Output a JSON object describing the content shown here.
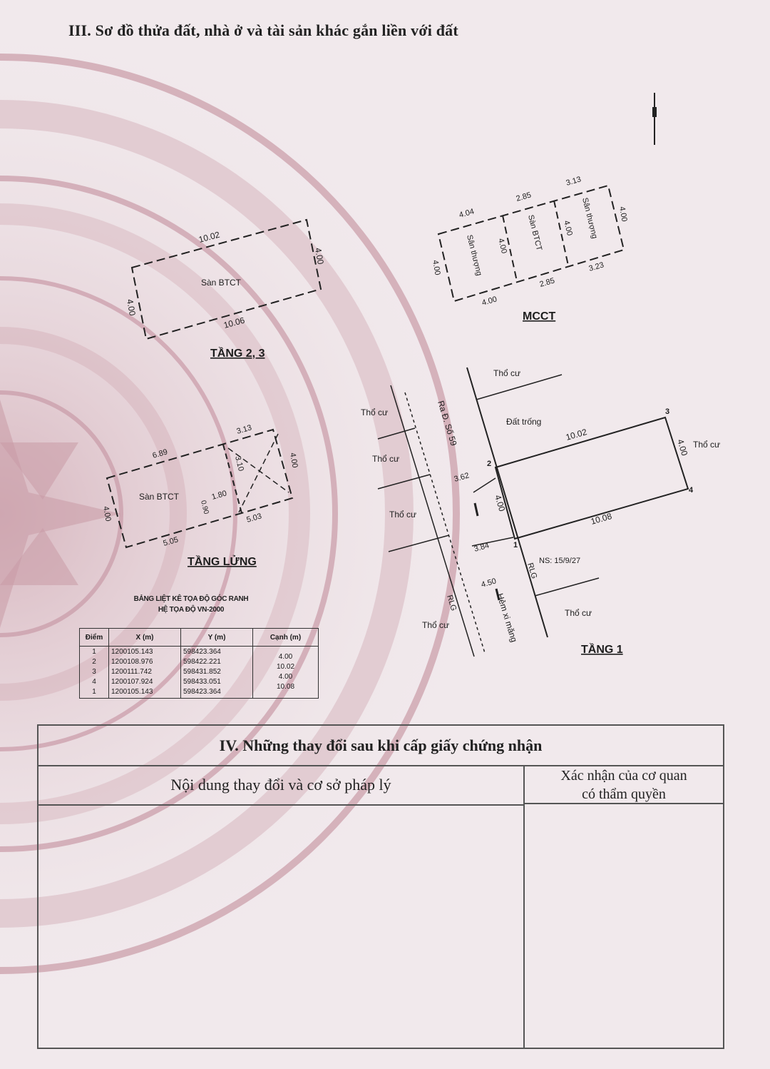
{
  "section3_title": "III. Sơ đồ thửa đất, nhà ở và tài sản khác gắn liền với đất",
  "floor_2_3": {
    "label": "TẦNG 2, 3",
    "slab": "Sàn BTCT",
    "dim_top": "10.02",
    "dim_bottom": "10.06",
    "dim_right": "4.00",
    "dim_left": "4.00"
  },
  "mcct": {
    "label": "MCCT",
    "slab1": "Sân thượng",
    "slab2": "Sàn BTCT",
    "slab3": "Sân thượng",
    "d_top_left": "4.04",
    "d_top_mid": "2.85",
    "d_top_right": "3.13",
    "d_right": "4.00",
    "d_bottom_right": "3.23",
    "d_bottom_mid": "2.85",
    "d_bottom_left": "4.00",
    "d_left": "4.00",
    "d_inner1": "4.00",
    "d_inner2": "4.00"
  },
  "mezzanine": {
    "label": "TẦNG LỬNG",
    "slab": "Sàn BTCT",
    "d_top": "6.89",
    "d_top_right": "3.13",
    "d_right": "4.00",
    "d_inner": "3.10",
    "d_step": "1.80",
    "d_small": "0.90",
    "d_bottom_right": "5.03",
    "d_bottom_left": "5.05",
    "d_left": "4.00"
  },
  "ground": {
    "label": "TẦNG 1",
    "neighbor": "Thổ cư",
    "vacant": "Đất trống",
    "road": "Ra Đ. Số 59",
    "alley": "Hẻm xi măng",
    "rlg": "RLG",
    "ns": "NS: 15/9/27",
    "d_top": "10.02",
    "d_bottom": "10.08",
    "d_right": "4.00",
    "d_left": "4.00",
    "d_362": "3.62",
    "d_384": "3.84",
    "d_450": "4.50",
    "p1": "1",
    "p2": "2",
    "p3": "3",
    "p4": "4"
  },
  "coords": {
    "title_line1": "BẢNG LIỆT KÊ TỌA ĐỘ GÓC RANH",
    "title_line2": "HỆ TỌA ĐỘ VN-2000",
    "headers": [
      "Điểm",
      "X (m)",
      "Y (m)",
      "Cạnh (m)"
    ],
    "points": [
      "1",
      "2",
      "3",
      "4",
      "1"
    ],
    "x": [
      "1200105.143",
      "1200108.976",
      "1200111.742",
      "1200107.924",
      "1200105.143"
    ],
    "y": [
      "598423.364",
      "598422.221",
      "598431.852",
      "598433.051",
      "598423.364"
    ],
    "edges": [
      "4.00",
      "10.02",
      "4.00",
      "10.08"
    ]
  },
  "section4": {
    "title": "IV. Những thay đổi sau khi cấp giấy chứng nhận",
    "col_left": "Nội dung thay đổi và cơ sở pháp lý",
    "col_right_line1": "Xác nhận của cơ quan",
    "col_right_line2": "có thẩm quyền"
  },
  "colors": {
    "paper": "#efe6ea",
    "pattern": "#c99aa6",
    "ink": "#1d1d1d"
  }
}
